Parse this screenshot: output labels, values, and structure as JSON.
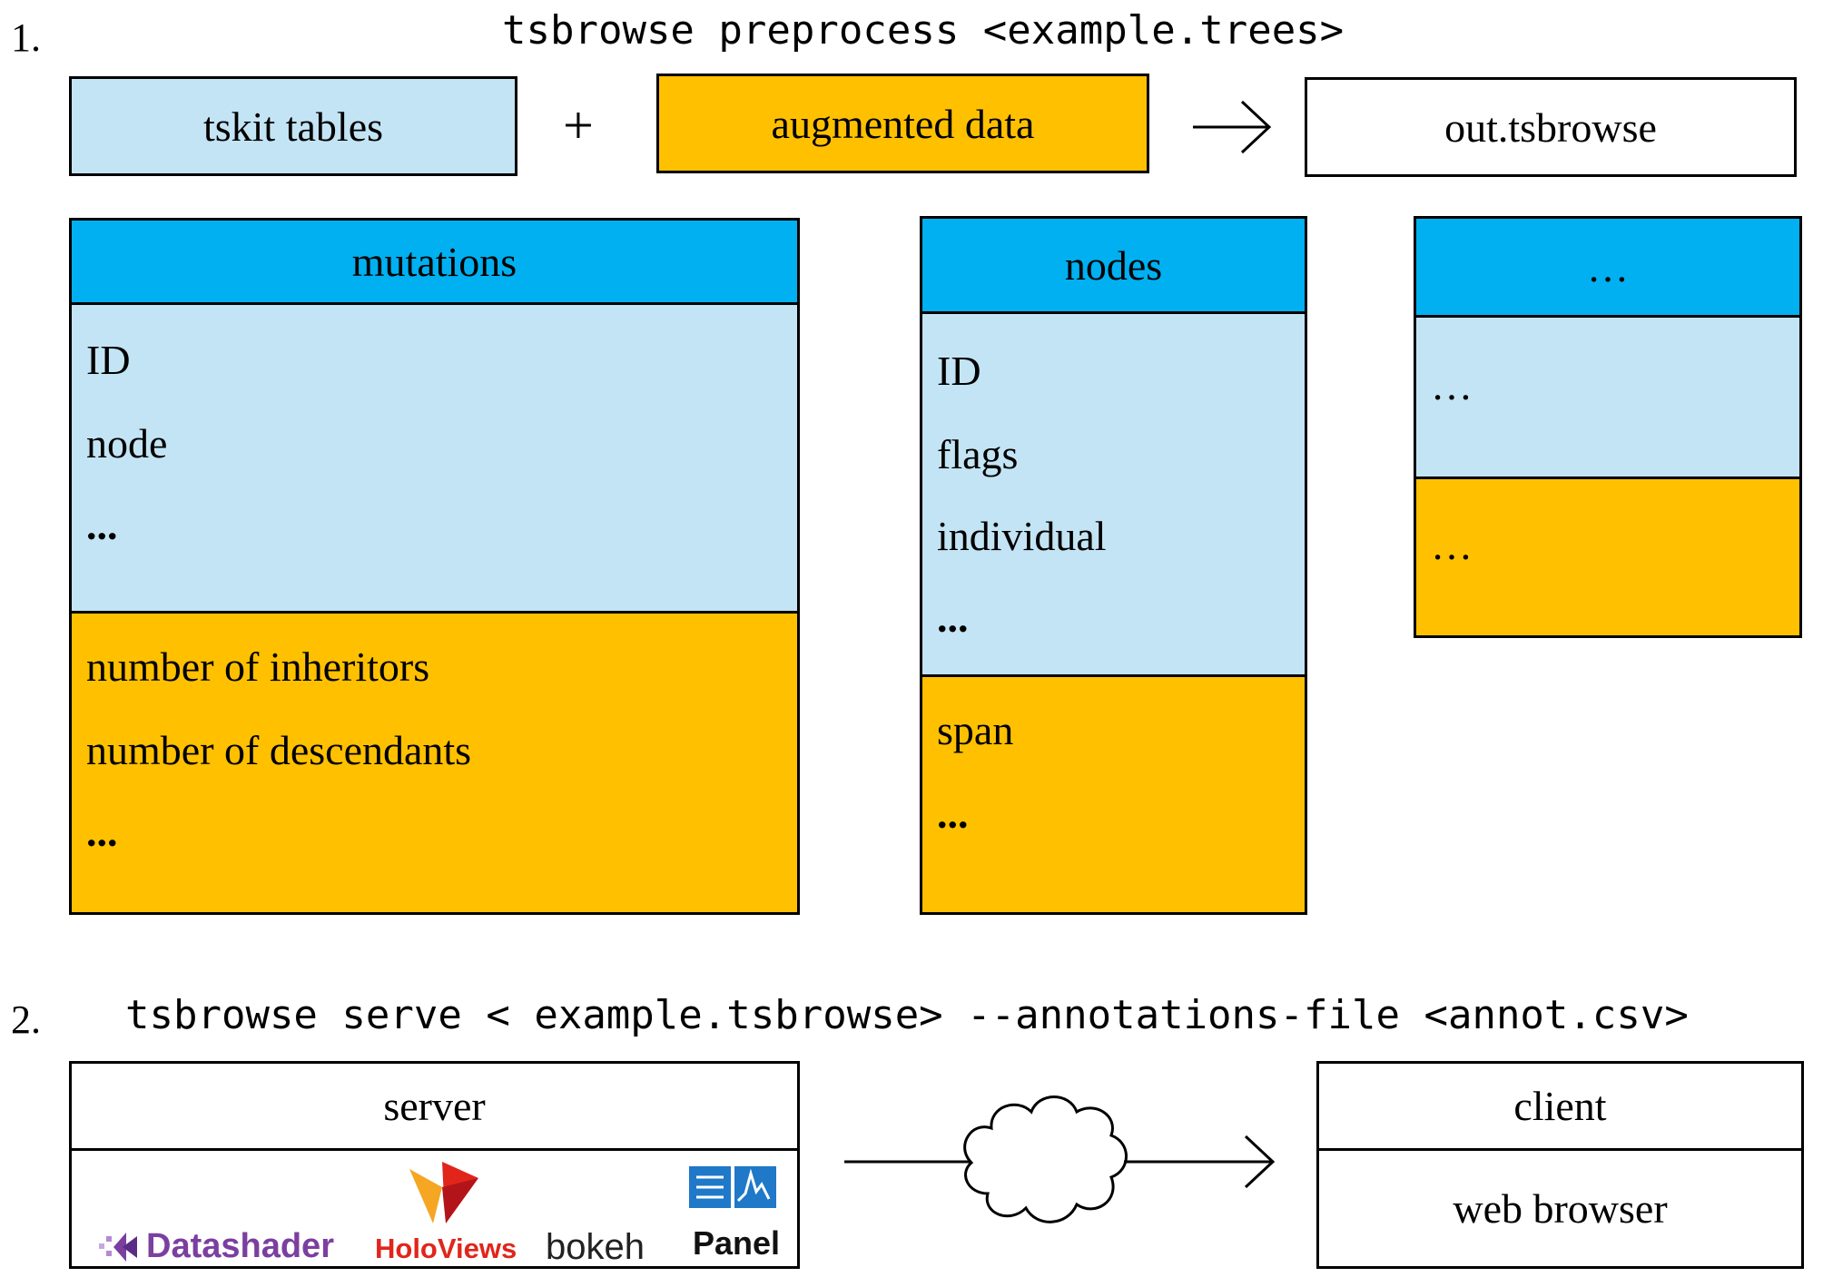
{
  "step1": {
    "number": "1.",
    "command": "tsbrowse preprocess <example.trees>",
    "tskit_tables": "tskit tables",
    "plus": "+",
    "augmented_data": "augmented data",
    "output_file": "out.tsbrowse"
  },
  "tables": {
    "mutations": {
      "title": "mutations",
      "tskit_fields": [
        "ID",
        "node",
        "..."
      ],
      "augmented_fields": [
        "number of inheritors",
        "number of descendants",
        "..."
      ]
    },
    "nodes": {
      "title": "nodes",
      "tskit_fields": [
        "ID",
        "flags",
        "individual",
        "..."
      ],
      "augmented_fields": [
        "span",
        "..."
      ]
    },
    "other": {
      "title": "…",
      "tskit_fields": [
        "…"
      ],
      "augmented_fields": [
        "…"
      ]
    }
  },
  "step2": {
    "number": "2.",
    "command": "tsbrowse serve < example.tsbrowse> --annotations-file <annot.csv>",
    "server_title": "server",
    "logos": {
      "datashader": "Datashader",
      "holoviews": "HoloViews",
      "bokeh": "bokeh",
      "panel": "Panel"
    },
    "client_title": "client",
    "client_body": "web browser"
  },
  "colors": {
    "tskit_light_blue": "#c3e4f4",
    "augmented_gold": "#ffc000",
    "header_blue": "#00b0f0",
    "datashader_purple": "#7b3fa0",
    "holoviews_red": "#e1251b",
    "panel_blue": "#1f78c8"
  }
}
